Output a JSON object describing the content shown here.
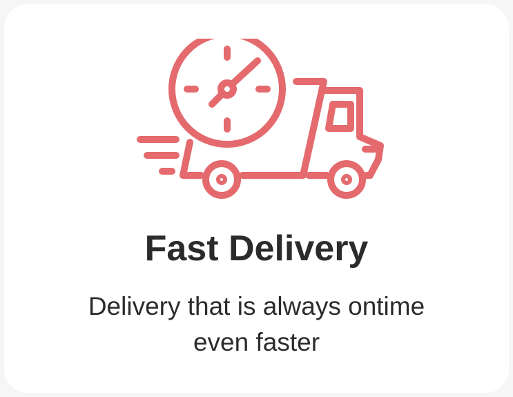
{
  "card": {
    "icon": "delivery-truck-clock-icon",
    "accent_color": "#e46a6e",
    "title": "Fast Delivery",
    "description_lines": [
      "Delivery that is always ontime",
      "even faster"
    ]
  }
}
